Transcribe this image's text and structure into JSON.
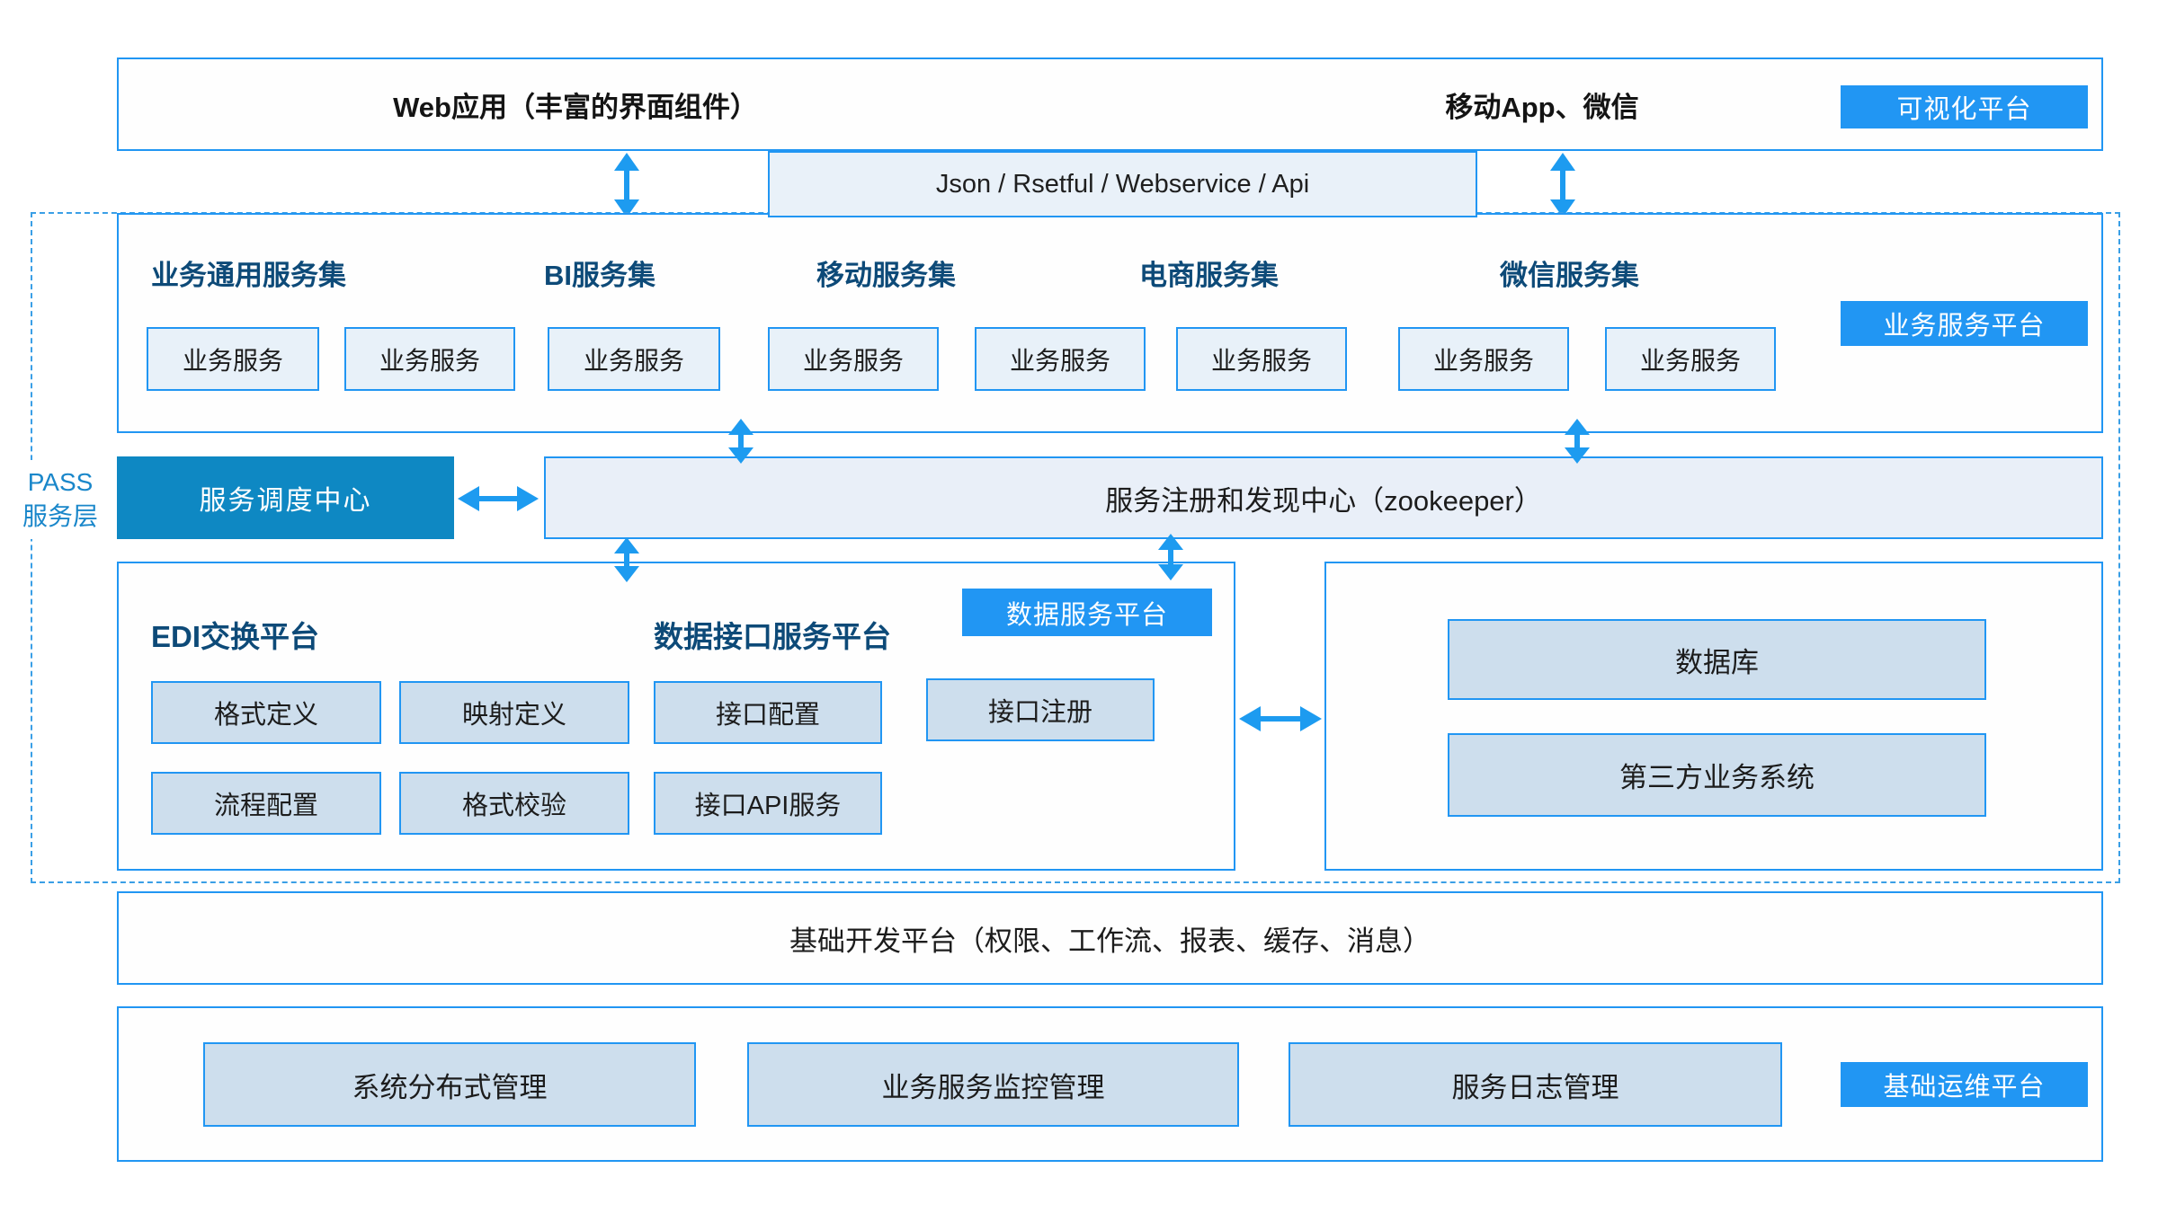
{
  "top_bar": {
    "web_app_label": "Web应用（丰富的界面组件）",
    "mobile_label": "移动App、微信",
    "visual_platform_button": "可视化平台",
    "api_bar_label": "Json / Rsetful / Webservice / Api"
  },
  "pass_layer": {
    "line1": "PASS",
    "line2": "服务层"
  },
  "business_service_platform": {
    "badge": "业务服务平台",
    "group_titles": [
      "业务通用服务集",
      "BI服务集",
      "移动服务集",
      "电商服务集",
      "微信服务集"
    ],
    "service_boxes": [
      "业务服务",
      "业务服务",
      "业务服务",
      "业务服务",
      "业务服务",
      "业务服务",
      "业务服务",
      "业务服务"
    ]
  },
  "scheduling": {
    "dispatch_center": "服务调度中心",
    "registry_center": "服务注册和发现中心（zookeeper）"
  },
  "data_service_platform": {
    "badge": "数据服务平台",
    "edi_title": "EDI交换平台",
    "interface_title": "数据接口服务平台",
    "row1": [
      "格式定义",
      "映射定义",
      "接口配置",
      "接口注册"
    ],
    "row2": [
      "流程配置",
      "格式校验",
      "接口API服务"
    ]
  },
  "external_systems": {
    "database": "数据库",
    "third_party": "第三方业务系统"
  },
  "foundation_platform_label": "基础开发平台（权限、工作流、报表、缓存、消息）",
  "ops_platform": {
    "badge": "基础运维平台",
    "items": [
      "系统分布式管理",
      "业务服务监控管理",
      "服务日志管理"
    ]
  },
  "colors": {
    "accent_blue": "#2196f3",
    "deep_blue": "#0e88c3",
    "navy_heading": "#0d4a78",
    "light_fill": "#e8f1f9",
    "mid_fill": "#cddeed",
    "arrow_blue": "#1d9bf0",
    "pass_label_blue": "#1a87ca"
  }
}
